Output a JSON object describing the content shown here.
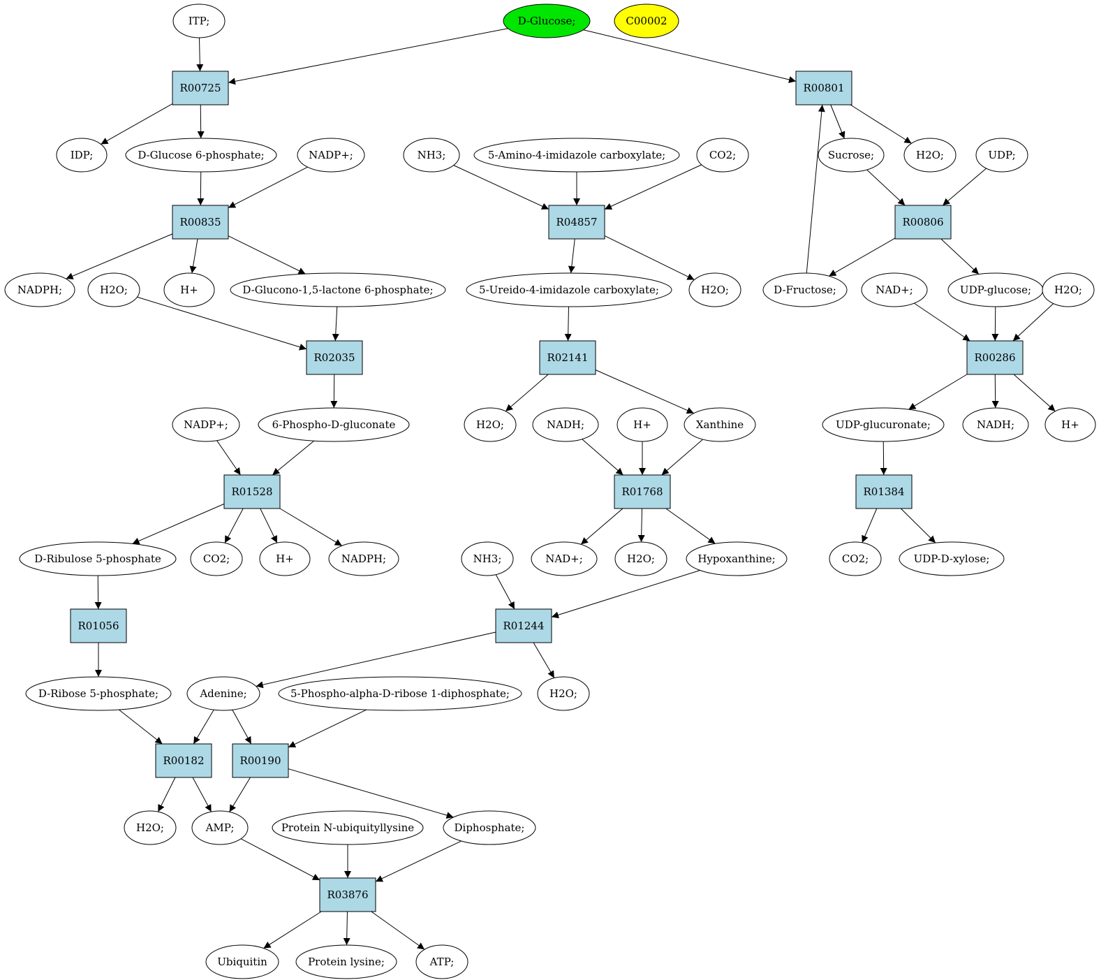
{
  "colors": {
    "compound_fill": "#ffffff",
    "reaction_fill": "#add8e6",
    "highlight_green": "#00e600",
    "highlight_yellow": "#ffff00",
    "stroke": "#000000"
  },
  "nodes": [
    {
      "id": "c_itp",
      "type": "compound",
      "label": "ITP;"
    },
    {
      "id": "c_glucose",
      "type": "compound",
      "label": "D-Glucose;",
      "fill": "highlight_green"
    },
    {
      "id": "c_c00002",
      "type": "compound",
      "label": "C00002",
      "fill": "highlight_yellow"
    },
    {
      "id": "r_R00725",
      "type": "reaction",
      "label": "R00725"
    },
    {
      "id": "r_R00801",
      "type": "reaction",
      "label": "R00801"
    },
    {
      "id": "c_idp",
      "type": "compound",
      "label": "IDP;"
    },
    {
      "id": "c_g6p",
      "type": "compound",
      "label": "D-Glucose 6-phosphate;"
    },
    {
      "id": "c_nadp1",
      "type": "compound",
      "label": "NADP+;"
    },
    {
      "id": "c_nh3_1",
      "type": "compound",
      "label": "NH3;"
    },
    {
      "id": "c_aica",
      "type": "compound",
      "label": "5-Amino-4-imidazole carboxylate;"
    },
    {
      "id": "c_co2_1",
      "type": "compound",
      "label": "CO2;"
    },
    {
      "id": "c_sucrose",
      "type": "compound",
      "label": "Sucrose;"
    },
    {
      "id": "c_h2o_1",
      "type": "compound",
      "label": "H2O;"
    },
    {
      "id": "c_udp",
      "type": "compound",
      "label": "UDP;"
    },
    {
      "id": "r_R00835",
      "type": "reaction",
      "label": "R00835"
    },
    {
      "id": "r_R04857",
      "type": "reaction",
      "label": "R04857"
    },
    {
      "id": "r_R00806",
      "type": "reaction",
      "label": "R00806"
    },
    {
      "id": "c_nadph1",
      "type": "compound",
      "label": "NADPH;"
    },
    {
      "id": "c_h2o_2",
      "type": "compound",
      "label": "H2O;"
    },
    {
      "id": "c_hplus1",
      "type": "compound",
      "label": "H+"
    },
    {
      "id": "c_gl6p",
      "type": "compound",
      "label": "D-Glucono-1,5-lactone 6-phosphate;"
    },
    {
      "id": "c_uica",
      "type": "compound",
      "label": "5-Ureido-4-imidazole carboxylate;"
    },
    {
      "id": "c_h2o_3",
      "type": "compound",
      "label": "H2O;"
    },
    {
      "id": "c_fructose",
      "type": "compound",
      "label": "D-Fructose;"
    },
    {
      "id": "c_nad1",
      "type": "compound",
      "label": "NAD+;"
    },
    {
      "id": "c_udpglc",
      "type": "compound",
      "label": "UDP-glucose;"
    },
    {
      "id": "c_h2o_4",
      "type": "compound",
      "label": "H2O;"
    },
    {
      "id": "r_R02035",
      "type": "reaction",
      "label": "R02035"
    },
    {
      "id": "r_R02141",
      "type": "reaction",
      "label": "R02141"
    },
    {
      "id": "r_R00286",
      "type": "reaction",
      "label": "R00286"
    },
    {
      "id": "c_nadp2",
      "type": "compound",
      "label": "NADP+;"
    },
    {
      "id": "c_6pg",
      "type": "compound",
      "label": "6-Phospho-D-gluconate"
    },
    {
      "id": "c_h2o_5",
      "type": "compound",
      "label": "H2O;"
    },
    {
      "id": "c_nadh1",
      "type": "compound",
      "label": "NADH;"
    },
    {
      "id": "c_hplus2",
      "type": "compound",
      "label": "H+"
    },
    {
      "id": "c_xanthine",
      "type": "compound",
      "label": "Xanthine"
    },
    {
      "id": "c_udpglcu",
      "type": "compound",
      "label": "UDP-glucuronate;"
    },
    {
      "id": "c_nadh2",
      "type": "compound",
      "label": "NADH;"
    },
    {
      "id": "c_hplus3",
      "type": "compound",
      "label": "H+"
    },
    {
      "id": "r_R01528",
      "type": "reaction",
      "label": "R01528"
    },
    {
      "id": "r_R01768",
      "type": "reaction",
      "label": "R01768"
    },
    {
      "id": "r_R01384",
      "type": "reaction",
      "label": "R01384"
    },
    {
      "id": "c_ru5p",
      "type": "compound",
      "label": "D-Ribulose 5-phosphate"
    },
    {
      "id": "c_co2_2",
      "type": "compound",
      "label": "CO2;"
    },
    {
      "id": "c_hplus4",
      "type": "compound",
      "label": "H+"
    },
    {
      "id": "c_nadph2",
      "type": "compound",
      "label": "NADPH;"
    },
    {
      "id": "c_nh3_2",
      "type": "compound",
      "label": "NH3;"
    },
    {
      "id": "c_nad2",
      "type": "compound",
      "label": "NAD+;"
    },
    {
      "id": "c_h2o_6",
      "type": "compound",
      "label": "H2O;"
    },
    {
      "id": "c_hypoxanthine",
      "type": "compound",
      "label": "Hypoxanthine;"
    },
    {
      "id": "c_co2_3",
      "type": "compound",
      "label": "CO2;"
    },
    {
      "id": "c_udpxyl",
      "type": "compound",
      "label": "UDP-D-xylose;"
    },
    {
      "id": "r_R01056",
      "type": "reaction",
      "label": "R01056"
    },
    {
      "id": "r_R01244",
      "type": "reaction",
      "label": "R01244"
    },
    {
      "id": "c_r5p",
      "type": "compound",
      "label": "D-Ribose 5-phosphate;"
    },
    {
      "id": "c_adenine",
      "type": "compound",
      "label": "Adenine;"
    },
    {
      "id": "c_prpp",
      "type": "compound",
      "label": "5-Phospho-alpha-D-ribose 1-diphosphate;"
    },
    {
      "id": "c_h2o_7",
      "type": "compound",
      "label": "H2O;"
    },
    {
      "id": "r_R00182",
      "type": "reaction",
      "label": "R00182"
    },
    {
      "id": "r_R00190",
      "type": "reaction",
      "label": "R00190"
    },
    {
      "id": "c_h2o_8",
      "type": "compound",
      "label": "H2O;"
    },
    {
      "id": "c_amp",
      "type": "compound",
      "label": "AMP;"
    },
    {
      "id": "c_protubi",
      "type": "compound",
      "label": "Protein N-ubiquityllysine"
    },
    {
      "id": "c_ppi",
      "type": "compound",
      "label": "Diphosphate;"
    },
    {
      "id": "r_R03876",
      "type": "reaction",
      "label": "R03876"
    },
    {
      "id": "c_ubiquitin",
      "type": "compound",
      "label": "Ubiquitin"
    },
    {
      "id": "c_protlys",
      "type": "compound",
      "label": "Protein lysine;"
    },
    {
      "id": "c_atp",
      "type": "compound",
      "label": "ATP;"
    }
  ],
  "edges": [
    [
      "c_itp",
      "r_R00725"
    ],
    [
      "c_glucose",
      "r_R00725"
    ],
    [
      "c_glucose",
      "r_R00801"
    ],
    [
      "r_R00725",
      "c_idp"
    ],
    [
      "r_R00725",
      "c_g6p"
    ],
    [
      "r_R00801",
      "c_sucrose"
    ],
    [
      "r_R00801",
      "c_h2o_1"
    ],
    [
      "c_g6p",
      "r_R00835"
    ],
    [
      "c_nadp1",
      "r_R00835"
    ],
    [
      "c_nh3_1",
      "r_R04857"
    ],
    [
      "c_aica",
      "r_R04857"
    ],
    [
      "c_co2_1",
      "r_R04857"
    ],
    [
      "c_sucrose",
      "r_R00806"
    ],
    [
      "c_udp",
      "r_R00806"
    ],
    [
      "r_R00835",
      "c_nadph1"
    ],
    [
      "r_R00835",
      "c_hplus1"
    ],
    [
      "r_R00835",
      "c_gl6p"
    ],
    [
      "r_R04857",
      "c_uica"
    ],
    [
      "r_R04857",
      "c_h2o_3"
    ],
    [
      "r_R00806",
      "c_fructose"
    ],
    [
      "r_R00806",
      "c_udpglc"
    ],
    [
      "c_fructose",
      "r_R00801"
    ],
    [
      "c_h2o_2",
      "r_R02035"
    ],
    [
      "c_gl6p",
      "r_R02035"
    ],
    [
      "c_uica",
      "r_R02141"
    ],
    [
      "c_nad1",
      "r_R00286"
    ],
    [
      "c_udpglc",
      "r_R00286"
    ],
    [
      "c_h2o_4",
      "r_R00286"
    ],
    [
      "r_R02035",
      "c_6pg"
    ],
    [
      "r_R02141",
      "c_h2o_5"
    ],
    [
      "r_R02141",
      "c_xanthine"
    ],
    [
      "r_R00286",
      "c_udpglcu"
    ],
    [
      "r_R00286",
      "c_nadh2"
    ],
    [
      "r_R00286",
      "c_hplus3"
    ],
    [
      "c_nadp2",
      "r_R01528"
    ],
    [
      "c_6pg",
      "r_R01528"
    ],
    [
      "c_nadh1",
      "r_R01768"
    ],
    [
      "c_hplus2",
      "r_R01768"
    ],
    [
      "c_xanthine",
      "r_R01768"
    ],
    [
      "c_udpglcu",
      "r_R01384"
    ],
    [
      "r_R01528",
      "c_ru5p"
    ],
    [
      "r_R01528",
      "c_co2_2"
    ],
    [
      "r_R01528",
      "c_hplus4"
    ],
    [
      "r_R01528",
      "c_nadph2"
    ],
    [
      "r_R01768",
      "c_nad2"
    ],
    [
      "r_R01768",
      "c_h2o_6"
    ],
    [
      "r_R01768",
      "c_hypoxanthine"
    ],
    [
      "r_R01384",
      "c_co2_3"
    ],
    [
      "r_R01384",
      "c_udpxyl"
    ],
    [
      "c_ru5p",
      "r_R01056"
    ],
    [
      "c_nh3_2",
      "r_R01244"
    ],
    [
      "c_hypoxanthine",
      "r_R01244"
    ],
    [
      "r_R01056",
      "c_r5p"
    ],
    [
      "r_R01244",
      "c_adenine"
    ],
    [
      "r_R01244",
      "c_h2o_7"
    ],
    [
      "c_r5p",
      "r_R00182"
    ],
    [
      "c_adenine",
      "r_R00182"
    ],
    [
      "c_adenine",
      "r_R00190"
    ],
    [
      "c_prpp",
      "r_R00190"
    ],
    [
      "r_R00182",
      "c_h2o_8"
    ],
    [
      "r_R00182",
      "c_amp"
    ],
    [
      "r_R00190",
      "c_amp"
    ],
    [
      "r_R00190",
      "c_ppi"
    ],
    [
      "c_amp",
      "r_R03876"
    ],
    [
      "c_protubi",
      "r_R03876"
    ],
    [
      "c_ppi",
      "r_R03876"
    ],
    [
      "r_R03876",
      "c_ubiquitin"
    ],
    [
      "r_R03876",
      "c_protlys"
    ],
    [
      "r_R03876",
      "c_atp"
    ]
  ]
}
